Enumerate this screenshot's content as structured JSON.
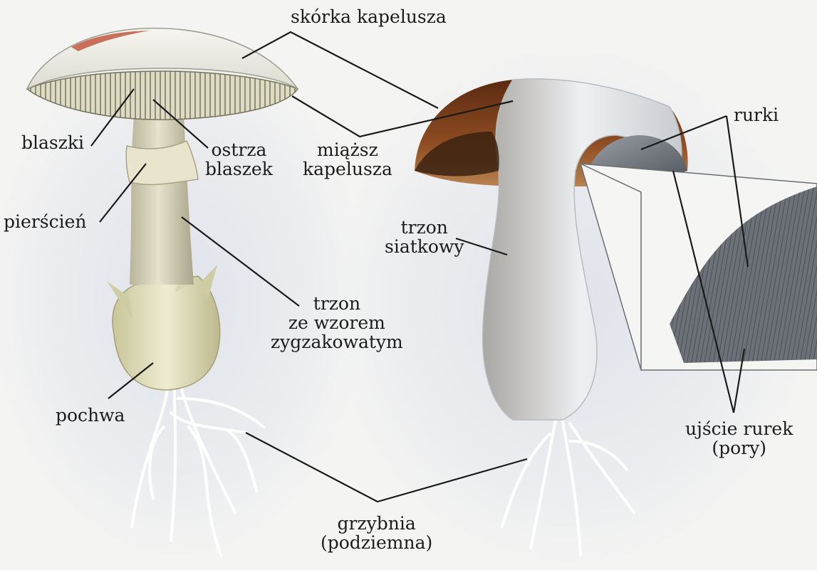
{
  "labels": {
    "skin": "skórka kapelusza",
    "gills": "blaszki",
    "gill_edges": [
      "ostrza",
      "blaszek"
    ],
    "flesh": [
      "miąższ",
      "kapelusza"
    ],
    "ring": "pierścień",
    "stem_zigzag": [
      "trzon",
      "ze wzorem",
      "zygzakowatym"
    ],
    "stem_net": [
      "trzon",
      "siatkowy"
    ],
    "tubes": "rurki",
    "volva": "pochwa",
    "pores": [
      "ujście rurek",
      "(pory)"
    ],
    "mycelium": [
      "grzybnia",
      "(podziemna)"
    ]
  },
  "colors": {
    "background": "#f4f4f2",
    "text": "#1c1c1c",
    "leader_line": "#1a1a1a",
    "cap_brown": "#7a3f1c",
    "stem_cream": "#ddd8be",
    "bolete_white": "#e8ecee",
    "tube_grey": "#6e747a"
  }
}
